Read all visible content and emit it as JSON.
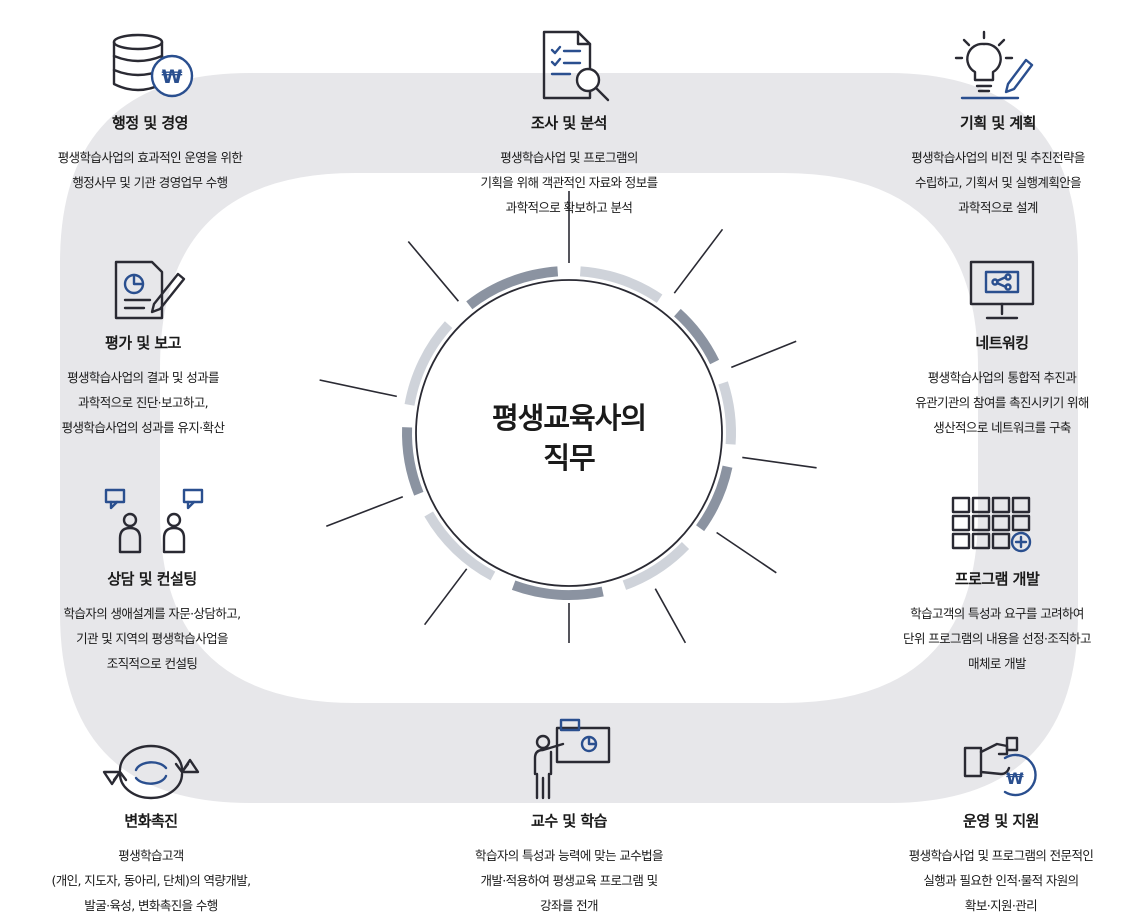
{
  "diagram": {
    "center_title": "평생교육사의\n직무",
    "colors": {
      "ring": "#e7e7ea",
      "arc_dark": "#8b93a1",
      "arc_light": "#cfd3da",
      "accent": "#2a4f8f"
    },
    "roles": [
      {
        "id": "admin",
        "icon": "money-database-icon",
        "title": "행정 및 경영",
        "desc": "평생학습사업의 효과적인 운영을 위한\n행정사무 및 기관 경영업무 수행"
      },
      {
        "id": "research",
        "icon": "document-magnifier-icon",
        "title": "조사 및 분석",
        "desc": "평생학습사업 및 프로그램의\n기획을 위해 객관적인 자료와 정보를\n과학적으로 확보하고 분석"
      },
      {
        "id": "planning",
        "icon": "lightbulb-pencil-icon",
        "title": "기획 및 계획",
        "desc": "평생학습사업의 비전 및 추진전략을\n수립하고, 기획서 및 실행계획안을\n과학적으로 설계"
      },
      {
        "id": "evaluation",
        "icon": "report-chart-icon",
        "title": "평가 및 보고",
        "desc": "평생학습사업의 결과 및 성과를\n과학적으로 진단·보고하고,\n평생학습사업의 성과를 유지·확산"
      },
      {
        "id": "networking",
        "icon": "monitor-share-icon",
        "title": "네트워킹",
        "desc": "평생학습사업의 통합적 추진과\n유관기관의 참여를 촉진시키기 위해\n생산적으로 네트워크를 구축"
      },
      {
        "id": "consulting",
        "icon": "people-speech-icon",
        "title": "상담 및 컨설팅",
        "desc": "학습자의 생애설계를 자문·상담하고,\n기관 및 지역의 평생학습사업을\n조직적으로 컨설팅"
      },
      {
        "id": "program",
        "icon": "grid-plus-icon",
        "title": "프로그램 개발",
        "desc": "학습고객의 특성과 요구를 고려하여\n단위 프로그램의 내용을 선정·조직하고\n매체로 개발"
      },
      {
        "id": "change",
        "icon": "cycle-arrows-icon",
        "title": "변화촉진",
        "desc": "평생학습고객\n(개인, 지도자, 동아리, 단체)의 역량개발,\n발굴·육성, 변화촉진을 수행"
      },
      {
        "id": "teaching",
        "icon": "teacher-board-icon",
        "title": "교수 및 학습",
        "desc": "학습자의 특성과 능력에 맞는 교수법을\n개발·적용하여 평생교육 프로그램 및\n강좌를 전개"
      },
      {
        "id": "operation",
        "icon": "hand-coin-icon",
        "title": "운영 및 지원",
        "desc": "평생학습사업 및 프로그램의 전문적인\n실행과 필요한 인적·물적 자원의\n확보·지원·관리"
      }
    ]
  }
}
